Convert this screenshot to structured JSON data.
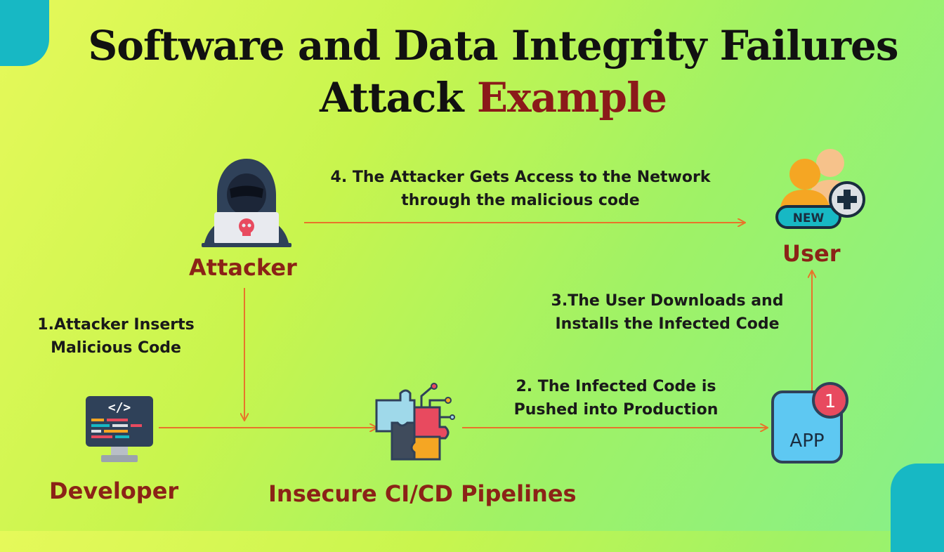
{
  "title": {
    "line1": "Software and Data Integrity Failures",
    "line2_plain": "Attack",
    "line2_accent": "Example"
  },
  "nodes": {
    "attacker": "Attacker",
    "user": "User",
    "developer": "Developer",
    "pipelines": "Insecure CI/CD Pipelines"
  },
  "steps": {
    "step1": {
      "line1": "1.Attacker Inserts",
      "line2": "Malicious Code"
    },
    "step2": {
      "line1": "2. The Infected Code is",
      "line2": "Pushed into Production"
    },
    "step3": {
      "line1": "3.The User Downloads and",
      "line2": "Installs the Infected Code"
    },
    "step4": {
      "line1": "4. The Attacker Gets Access to the Network",
      "line2": "through the malicious code"
    }
  },
  "icons": {
    "app_icon_text": "APP",
    "app_badge_count": "1",
    "user_badge_text": "NEW",
    "code_tag_text": "</>"
  },
  "colors": {
    "arrow": "#e8742a",
    "label": "#8b2317",
    "title_accent": "#8b1a1a",
    "corner": "#17b8c4"
  }
}
